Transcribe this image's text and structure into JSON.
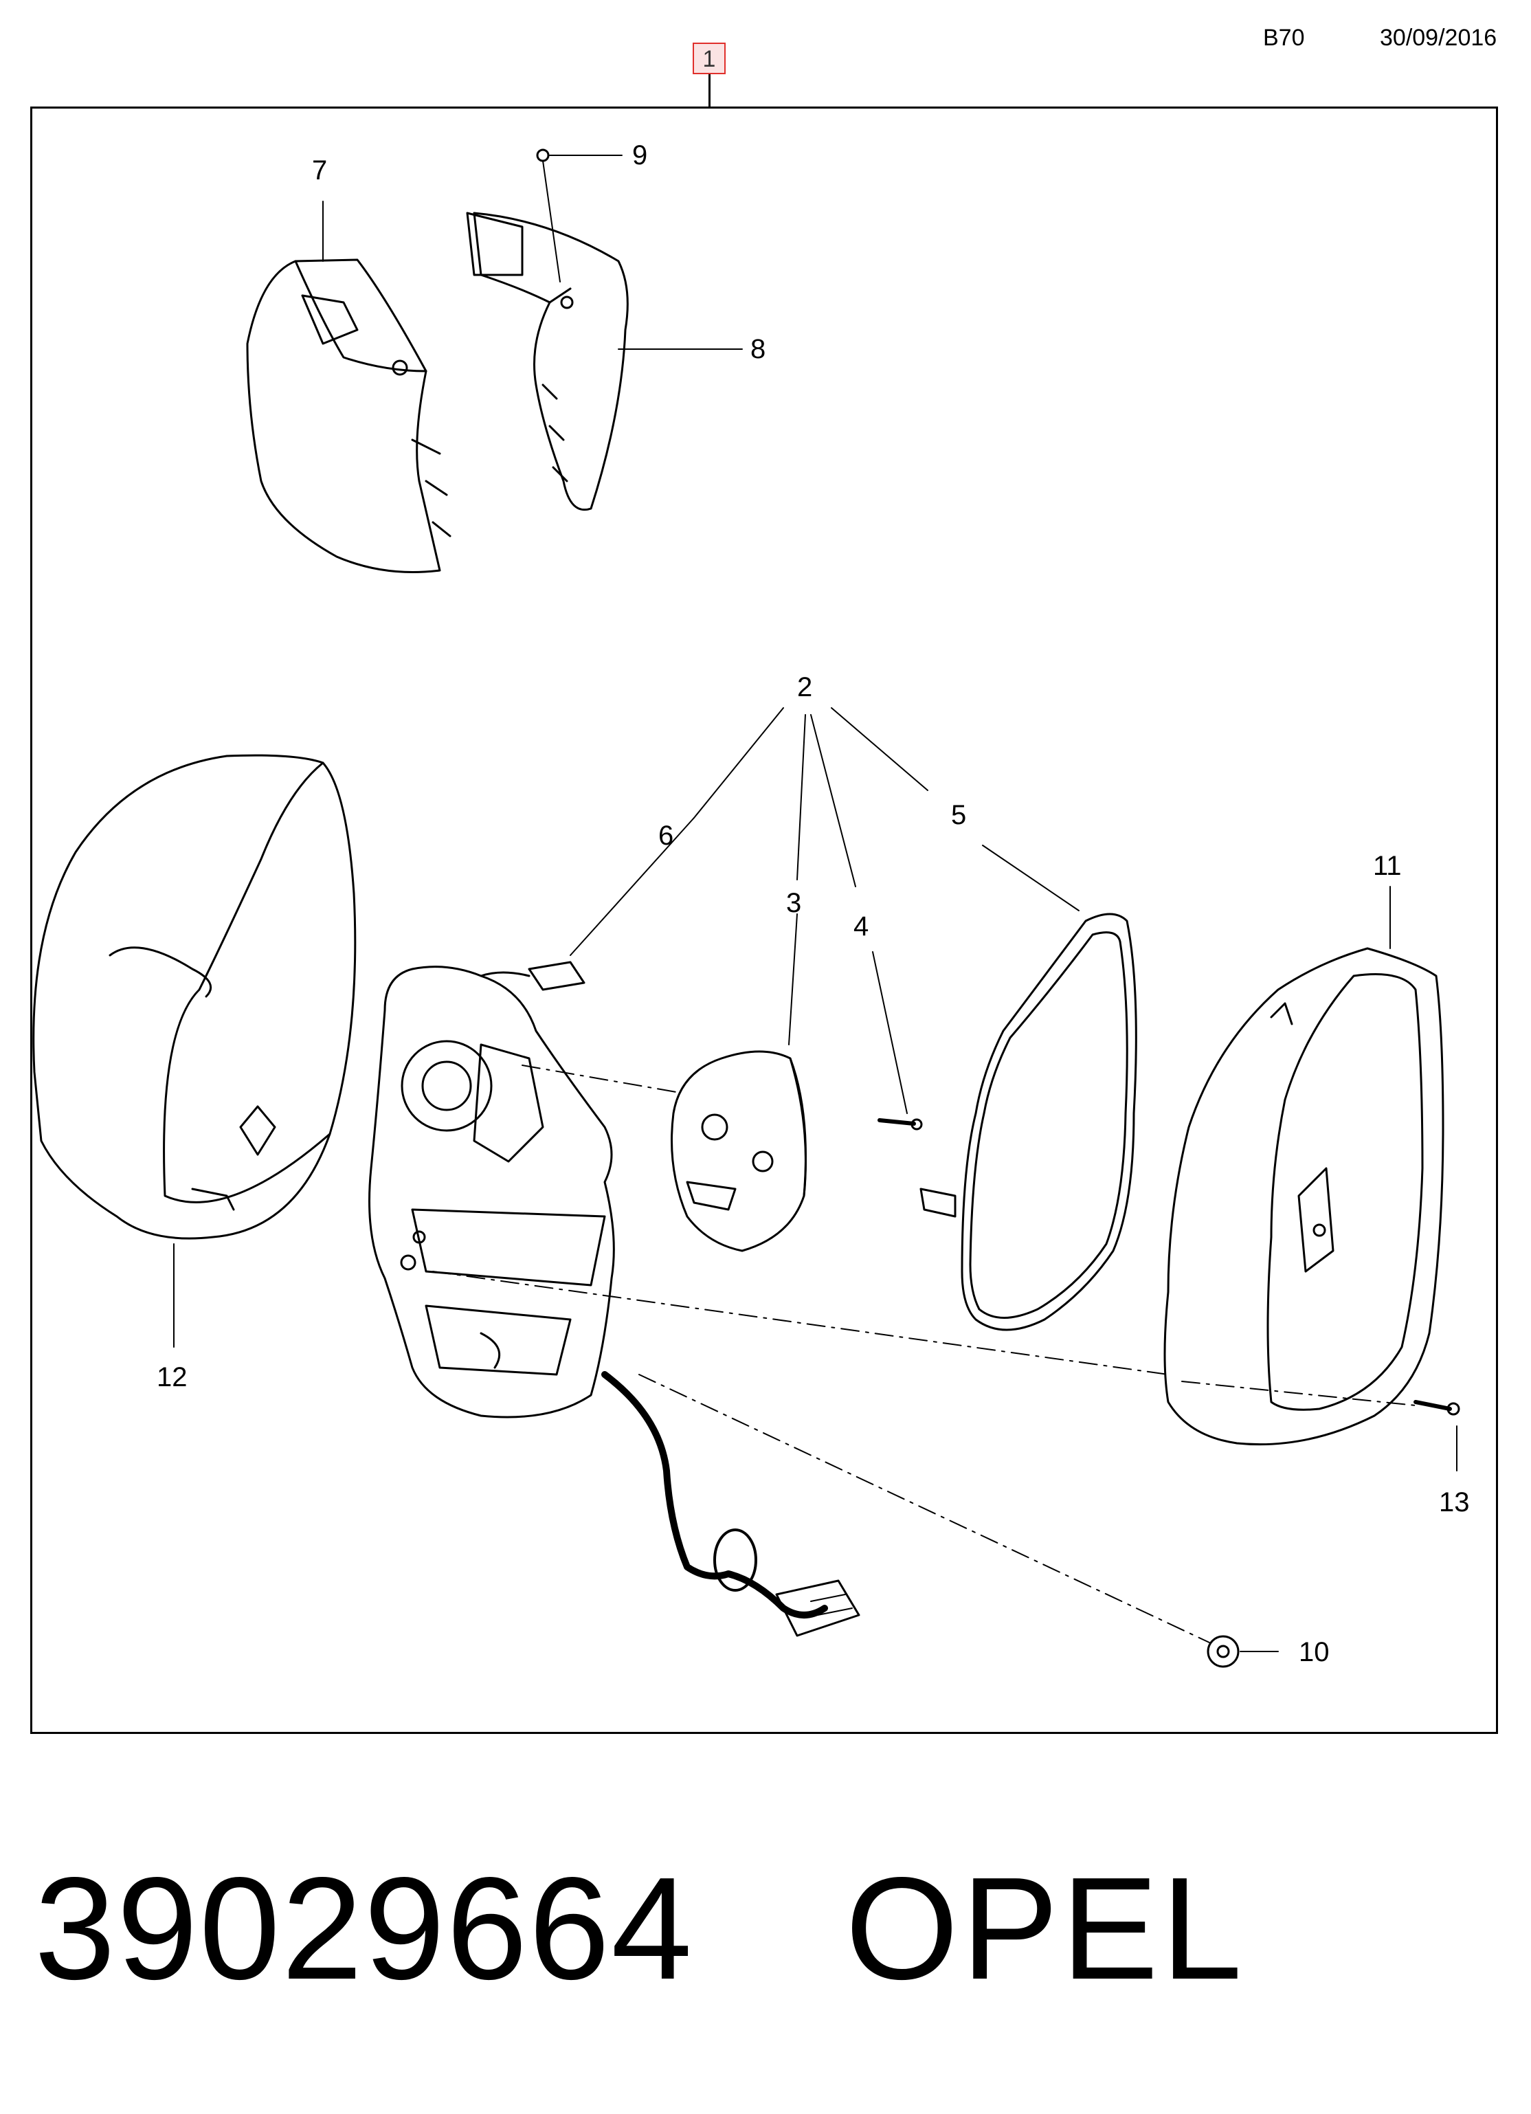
{
  "header": {
    "code": "B70",
    "date": "30/09/2016"
  },
  "assembly_tag": "1",
  "callouts": {
    "c2": "2",
    "c3": "3",
    "c4": "4",
    "c5": "5",
    "c6": "6",
    "c7": "7",
    "c8": "8",
    "c9": "9",
    "c10": "10",
    "c11": "11",
    "c12": "12",
    "c13": "13"
  },
  "footer": {
    "part_number": "39029664",
    "brand": "OPEL"
  },
  "colors": {
    "tag_border": "#e0302c",
    "tag_fill": "#fbe3e3",
    "line": "#000000"
  }
}
